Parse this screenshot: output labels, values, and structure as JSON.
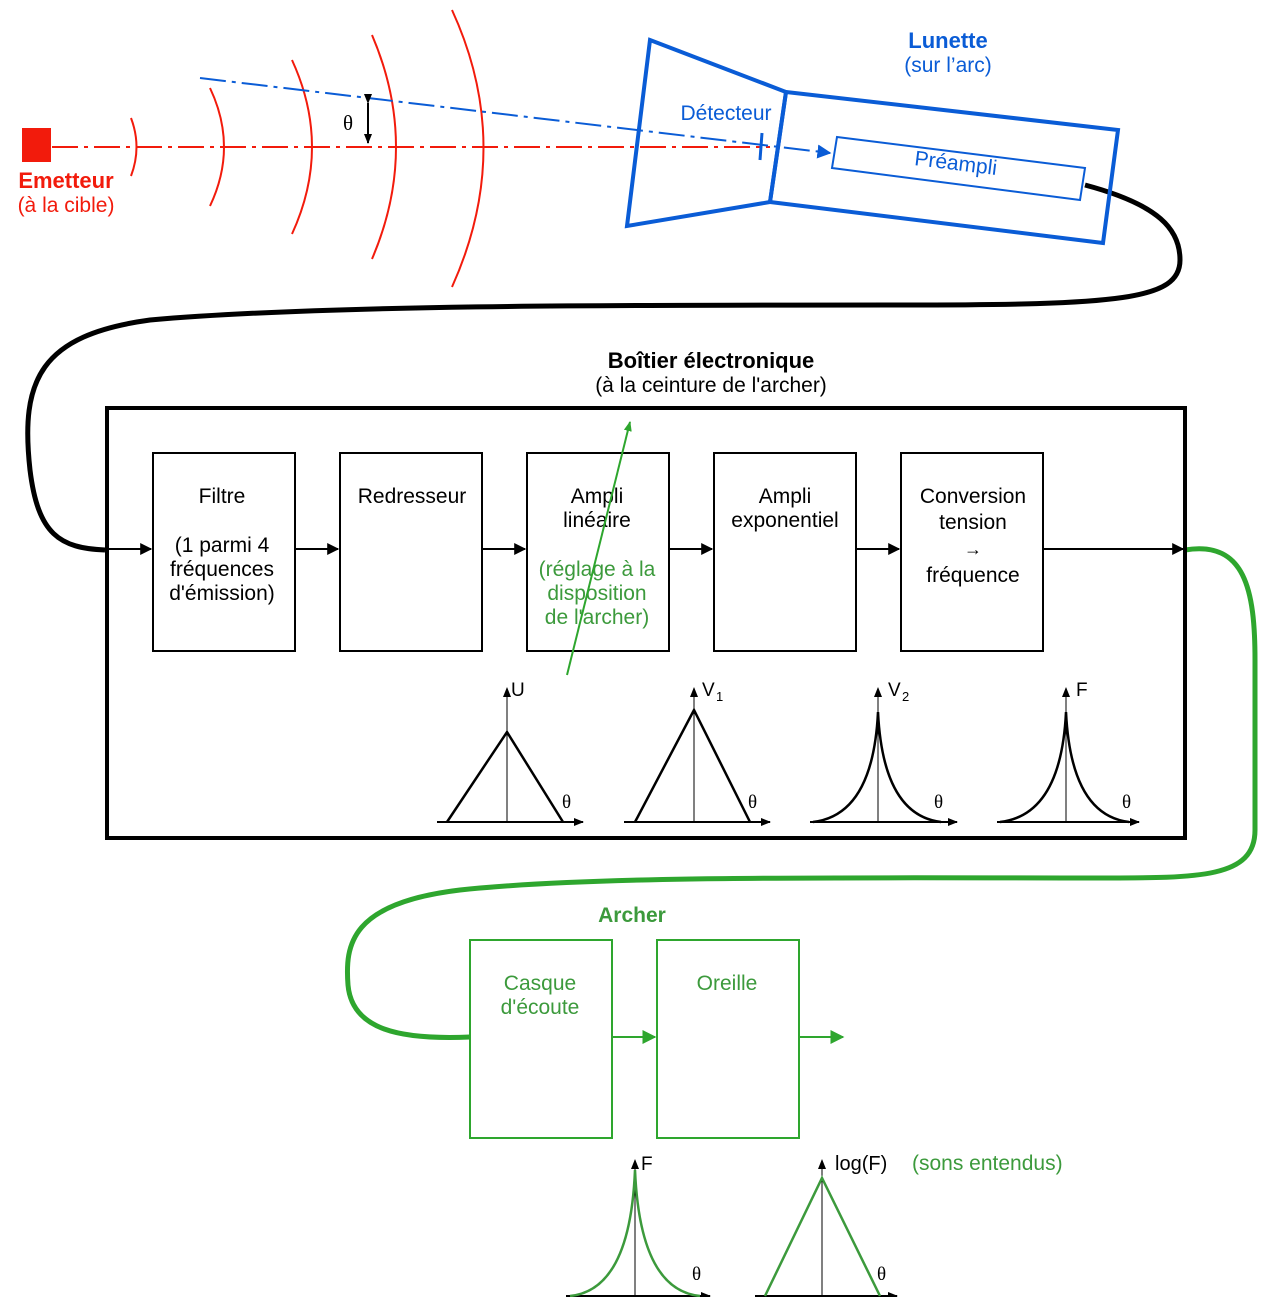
{
  "colors": {
    "emitter": "#f21b0c",
    "scope": "#0a5cd6",
    "archer": "#3c9a3c",
    "green_cable": "#2ea62e",
    "ink": "#000000"
  },
  "emitter": {
    "title": "Emetteur",
    "subtitle": "(à la cible)"
  },
  "angle_symbol": "θ",
  "scope": {
    "title": "Lunette",
    "subtitle": "(sur l’arc)",
    "detector": "Détecteur",
    "preamp": "Préampli"
  },
  "box": {
    "title": "Boîtier électronique",
    "subtitle": "(à la ceinture de l'archer)",
    "blocks": [
      {
        "id": "filter",
        "lines": [
          "Filtre",
          "",
          "(1 parmi 4",
          "fréquences",
          "d'émission)"
        ]
      },
      {
        "id": "rectifier",
        "lines": [
          "Redresseur"
        ]
      },
      {
        "id": "linear-amp",
        "lines": [
          "Ampli",
          "linéaire"
        ],
        "note": [
          "(réglage à la",
          "disposition",
          "de l'archer)"
        ]
      },
      {
        "id": "exp-amp",
        "lines": [
          "Ampli",
          "exponentiel"
        ]
      },
      {
        "id": "converter",
        "lines": [
          "Conversion",
          "tension",
          "→",
          "fréquence"
        ]
      }
    ],
    "graphs": [
      {
        "label": "U",
        "sub": "",
        "shape": "triangle-short",
        "x_label": "θ"
      },
      {
        "label": "V",
        "sub": "1",
        "shape": "triangle-tall",
        "x_label": "θ"
      },
      {
        "label": "V",
        "sub": "2",
        "shape": "cusp",
        "x_label": "θ"
      },
      {
        "label": "F",
        "sub": "",
        "shape": "cusp",
        "x_label": "θ"
      }
    ]
  },
  "archer": {
    "title": "Archer",
    "blocks": [
      {
        "id": "headphones",
        "lines": [
          "Casque",
          "d'écoute"
        ]
      },
      {
        "id": "ear",
        "lines": [
          "Oreille"
        ]
      }
    ],
    "graphs": [
      {
        "label": "F",
        "shape": "cusp",
        "x_label": "θ"
      },
      {
        "label": "log(F)",
        "shape": "triangle",
        "x_label": "θ"
      }
    ],
    "sounds_note": "(sons entendus)"
  }
}
